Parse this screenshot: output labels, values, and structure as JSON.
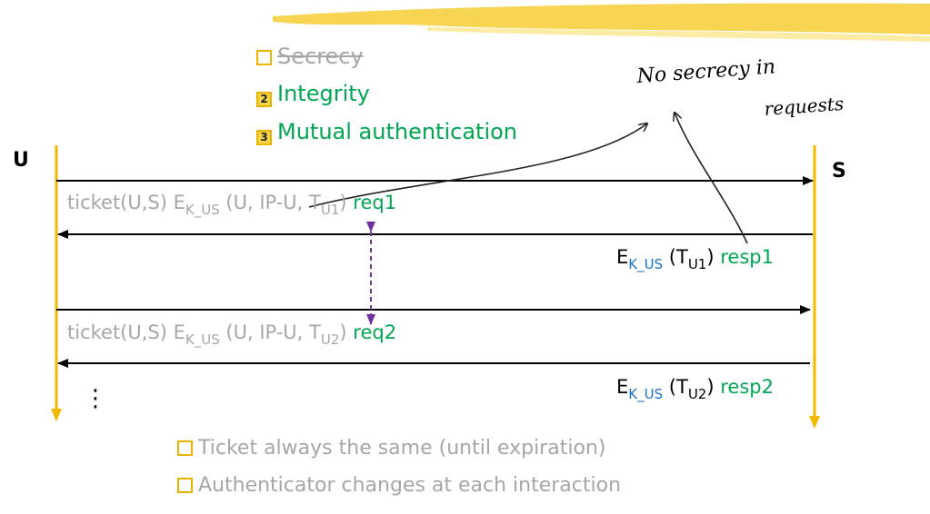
{
  "header_bullets": [
    {
      "marker": "",
      "label": "Secrecy",
      "strikethrough": true
    },
    {
      "marker": "2",
      "label": "Integrity"
    },
    {
      "marker": "3",
      "label": "Mutual authentication"
    }
  ],
  "annotation": {
    "line1": "No secrecy in",
    "line2": "requests"
  },
  "participants": {
    "left": "U",
    "right": "S"
  },
  "messages": [
    {
      "prefix": "ticket(U,S)  E",
      "sub_key": "K_US",
      "body": " (U, IP-U, T",
      "sub_t": "U1",
      "close": ")",
      "tag": "req1"
    },
    {
      "prefix": "E",
      "sub_key": "K_US",
      "body": " (T",
      "sub_t": "U1",
      "close": ")",
      "tag": "resp1"
    },
    {
      "prefix": "ticket(U,S)  E",
      "sub_key": "K_US",
      "body": " (U, IP-U, T",
      "sub_t": "U2",
      "close": ")",
      "tag": "req2"
    },
    {
      "prefix": "E",
      "sub_key": "K_US",
      "body": " (T",
      "sub_t": "U2",
      "close": ")",
      "tag": "resp2"
    }
  ],
  "continuation": "⋮",
  "footer_bullets": [
    "Ticket always the same (until expiration)",
    "Authenticator changes at each interaction"
  ],
  "colors": {
    "lifeline": "#f5b800",
    "arrow": "#000000",
    "dashed": "#7030a0",
    "green": "#00a651",
    "gray": "#a6a6a6",
    "blue": "#1a73c7",
    "bullet": "#e8b400"
  }
}
